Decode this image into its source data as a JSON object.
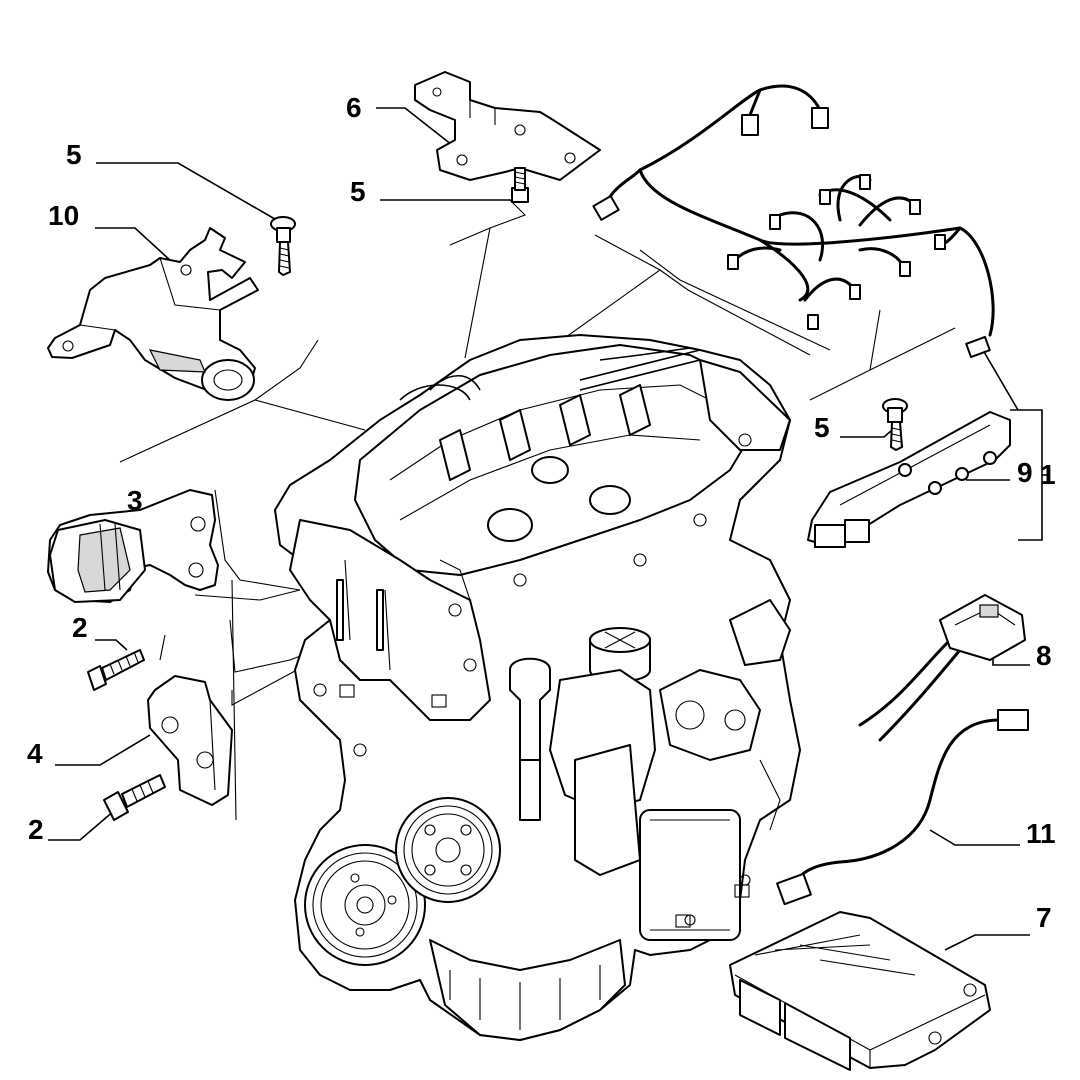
{
  "callouts": {
    "c1": "1",
    "c2a": "2",
    "c2b": "2",
    "c3": "3",
    "c4": "4",
    "c5a": "5",
    "c5b": "5",
    "c5c": "5",
    "c6": "6",
    "c7": "7",
    "c8": "8",
    "c9": "9",
    "c10": "10",
    "c11": "11"
  },
  "colors": {
    "ink": "#000000",
    "paper": "#ffffff"
  }
}
